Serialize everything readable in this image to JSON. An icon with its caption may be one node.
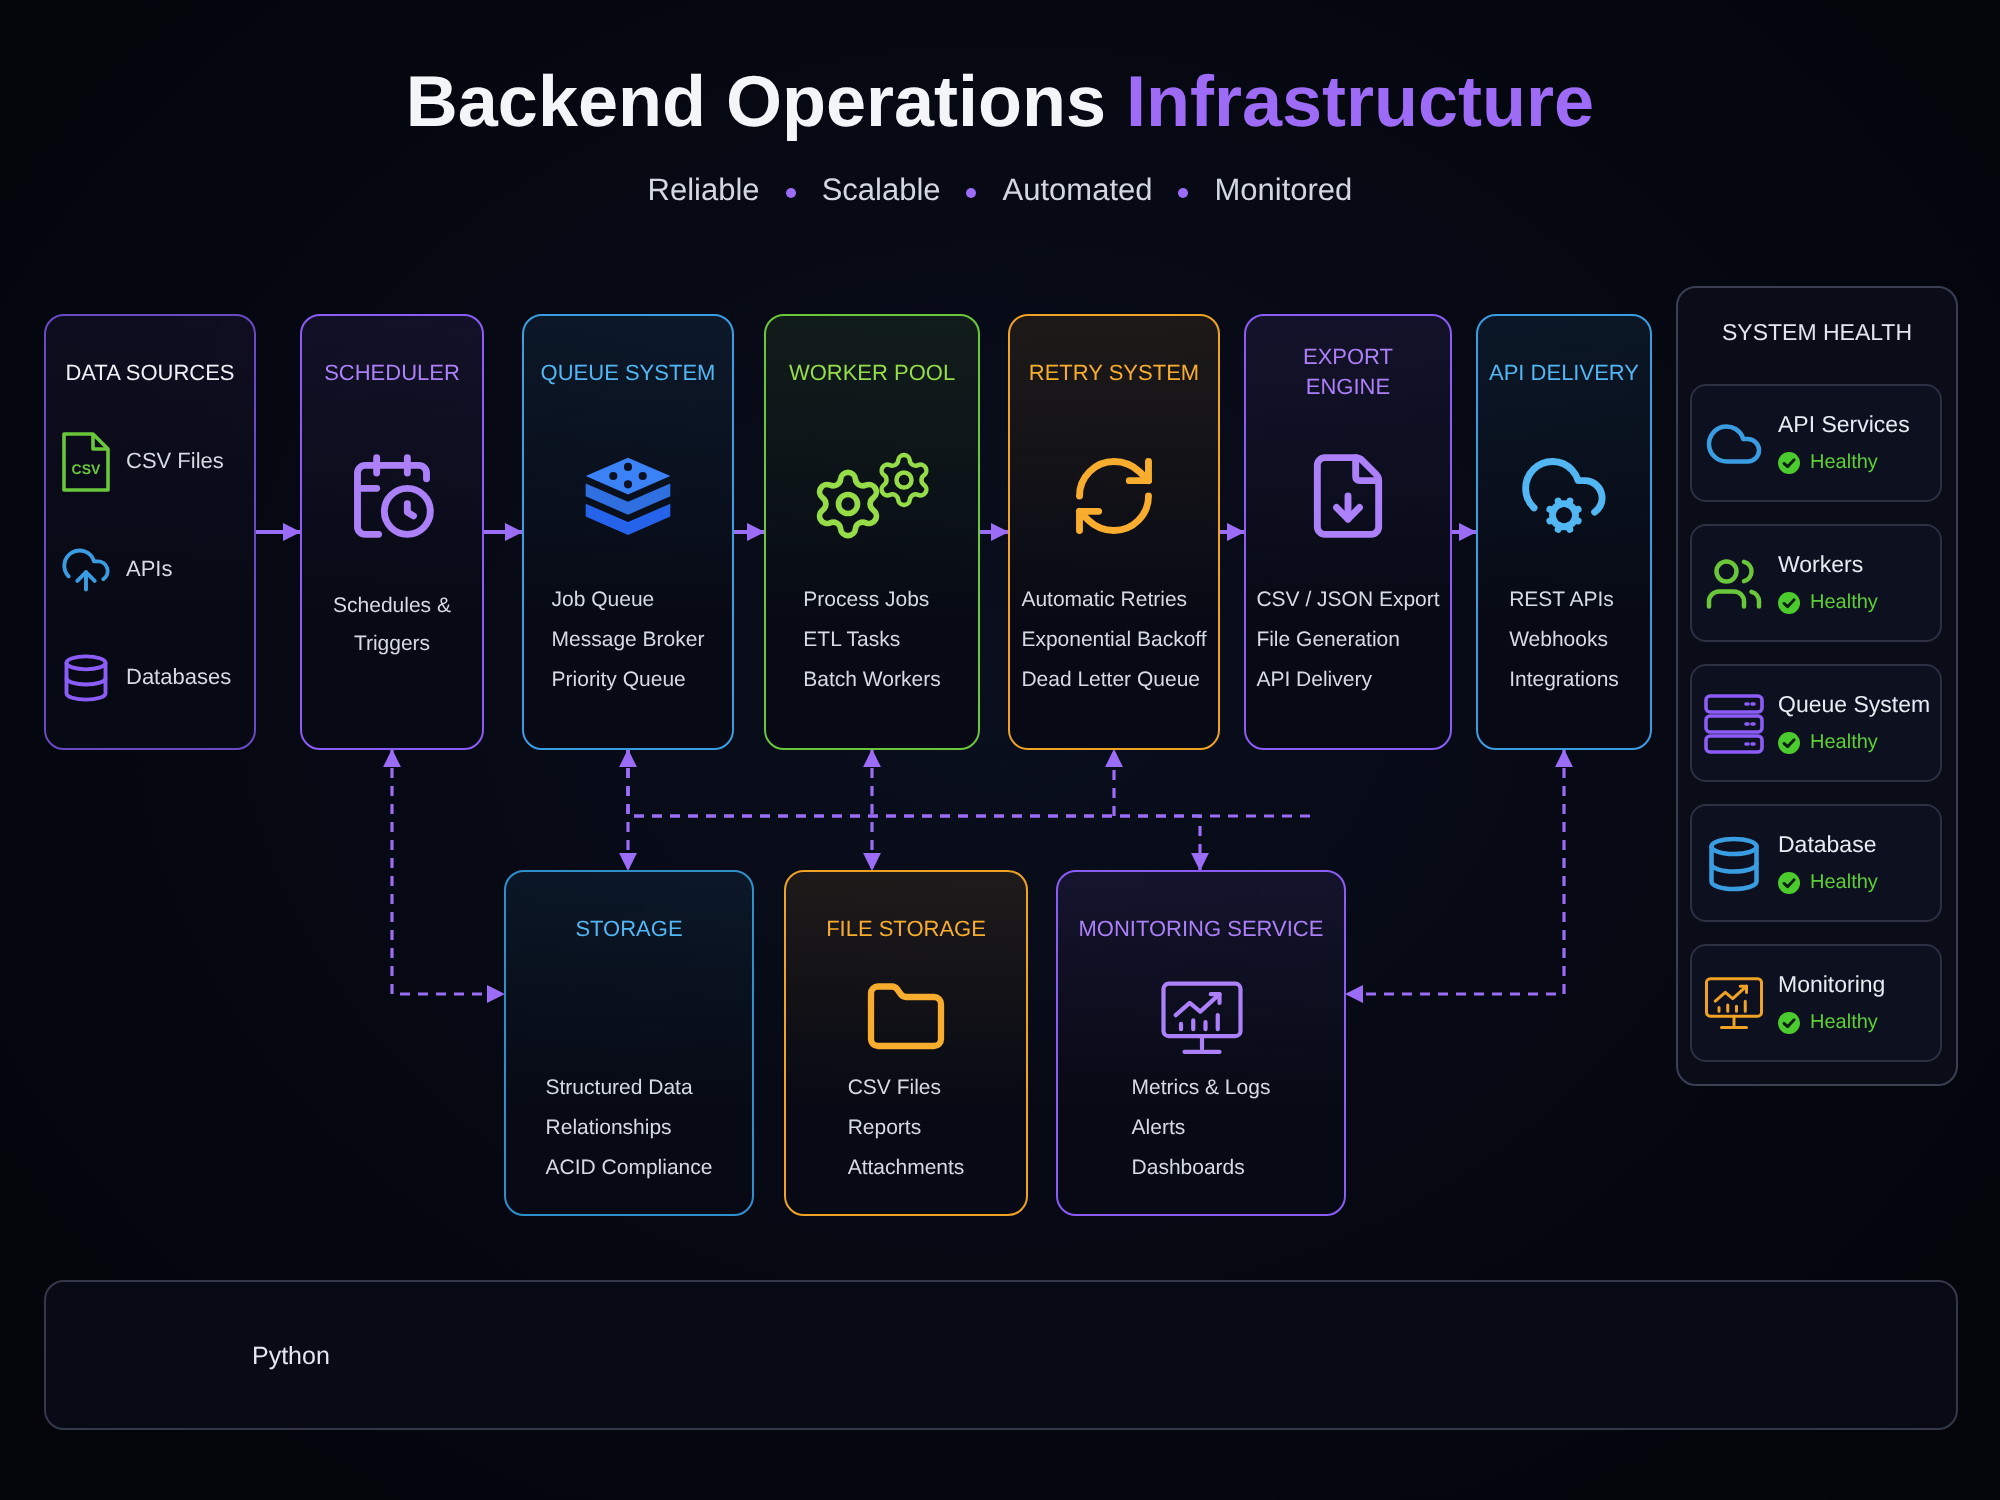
{
  "diagram": {
    "title": "Backend Operations Infrastructure",
    "nodes": [
      {
        "text": [
          "DATA SOURCES",
          "CSV Files",
          "APIs",
          "Databases"
        ]
      },
      {
        "text": [
          "SCHEDULER",
          "Schedules & Triggers"
        ]
      },
      {
        "text": [
          "QUEUE SYSTEM",
          "Job Queue",
          "Message Broker",
          "Priority Queue"
        ]
      },
      {
        "text": [
          "WORKER POOL",
          "Process Jobs",
          "ETL Tasks",
          "Batch Workers"
        ]
      },
      {
        "text": [
          "RETRY SYSTEM",
          "Automatic Retries",
          "Exponential Backoff",
          "Dead Letter Queue"
        ]
      },
      {
        "text": [
          "EXPORT ENGINE",
          "CSV / JSON Export",
          "File Generation",
          "API Delivery"
        ]
      },
      {
        "text": [
          "API DELIVERY",
          "REST APIs",
          "Webhooks",
          "Integrations"
        ]
      },
      {
        "text": [
          "SYSTEM HEALTH"
        ]
      },
      {
        "text": [
          "API Services",
          "Healthy"
        ],
        "in": 7
      },
      {
        "text": [
          "Workers",
          "Healthy"
        ],
        "in": 7
      },
      {
        "text": [
          "Queue System",
          "Healthy"
        ],
        "in": 7
      },
      {
        "text": [
          "Database",
          "Healthy"
        ],
        "in": 7
      },
      {
        "text": [
          "Monitoring",
          "Healthy"
        ],
        "in": 7
      },
      {
        "text": [
          "STORAGE",
          "Structured Data",
          "Relationships",
          "ACID Compliance"
        ]
      },
      {
        "text": [
          "FILE STORAGE",
          "CSV Files",
          "Reports",
          "Attachments"
        ]
      },
      {
        "text": [
          "MONITORING SERVICE",
          "Metrics & Logs",
          "Alerts",
          "Dashboards"
        ]
      },
      {
        "text": [
          "Python"
        ]
      }
    ],
    "edges": [
      {
        "from": 0,
        "to": 1,
        "arrow": "to"
      },
      {
        "from": 1,
        "to": 2,
        "arrow": "to"
      },
      {
        "from": 2,
        "to": 3,
        "arrow": "to"
      },
      {
        "from": 3,
        "to": 4,
        "arrow": "to"
      },
      {
        "from": 4,
        "to": 5,
        "arrow": "to"
      },
      {
        "from": 5,
        "to": 6,
        "arrow": "to"
      },
      {
        "from": 1,
        "to": 13,
        "arrow": "both",
        "style": "dashed"
      },
      {
        "from": 2,
        "to": 13,
        "arrow": "both",
        "style": "dashed"
      },
      {
        "from": 3,
        "to": 14,
        "arrow": "both",
        "style": "dashed"
      },
      {
        "from": 2,
        "to": 4,
        "arrow": "to",
        "style": "dashed"
      },
      {
        "from": 2,
        "to": 15,
        "arrow": "to",
        "style": "dashed"
      },
      {
        "from": 6,
        "to": 15,
        "arrow": "both",
        "style": "dashed"
      }
    ],
    "labels": [
      "Reliable",
      "Scalable",
      "Automated",
      "Monitored",
      "CSV"
    ]
  }
}
